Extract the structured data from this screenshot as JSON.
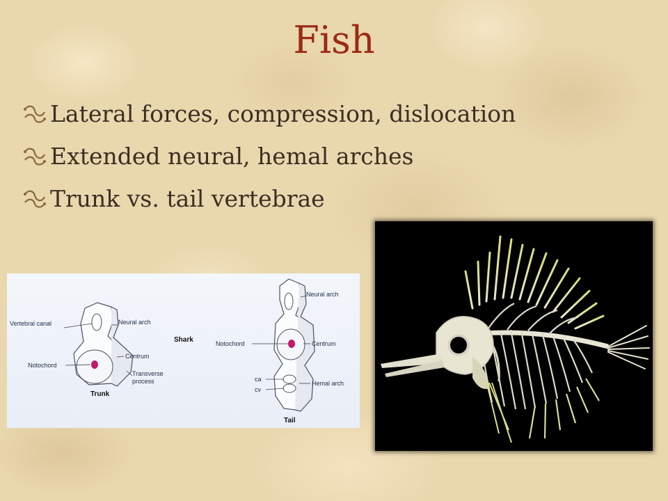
{
  "slide": {
    "title": "Fish",
    "bullets": [
      "Lateral forces, compression, dislocation",
      "Extended neural, hemal arches",
      "Trunk vs. tail vertebrae"
    ]
  },
  "diagram": {
    "group_label": "Shark",
    "trunk": {
      "caption": "Trunk",
      "labels": {
        "vertebral_canal": "Vertebral canal",
        "neural_arch": "Neural arch",
        "notochord": "Notochord",
        "centrum": "Centrum",
        "transverse_1": "Transverse",
        "transverse_2": "process"
      }
    },
    "tail": {
      "caption": "Tail",
      "labels": {
        "neural_arch": "Neural arch",
        "notochord": "Notochord",
        "centrum": "Centrum",
        "ca": "ca",
        "cv": "cv",
        "hemal_arch": "Hemal arch"
      }
    }
  },
  "photo": {
    "subject": "fish-skeleton"
  },
  "colors": {
    "title": "#9b2a14",
    "text": "#3b2f22",
    "notochord": "#c2186a"
  }
}
